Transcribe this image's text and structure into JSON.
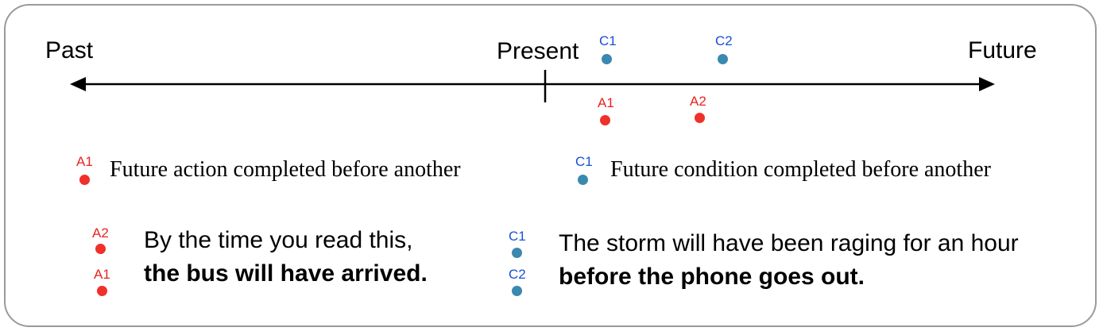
{
  "timeline": {
    "past_label": "Past",
    "present_label": "Present",
    "future_label": "Future"
  },
  "markers": {
    "c1": "C1",
    "c2": "C2",
    "a1": "A1",
    "a2": "A2"
  },
  "legend": {
    "a1_text": "Future action completed before another",
    "c1_text": "Future condition completed before another"
  },
  "examples": {
    "left": {
      "line1": "By the time you read this,",
      "line2": "the bus will have arrived."
    },
    "right": {
      "line1": "The storm will have been raging for an hour",
      "line2": "before the phone goes out."
    }
  },
  "colors": {
    "action_red": "#f0302a",
    "condition_blue": "#3b88b0",
    "frame_gray": "#9a9a9a"
  }
}
